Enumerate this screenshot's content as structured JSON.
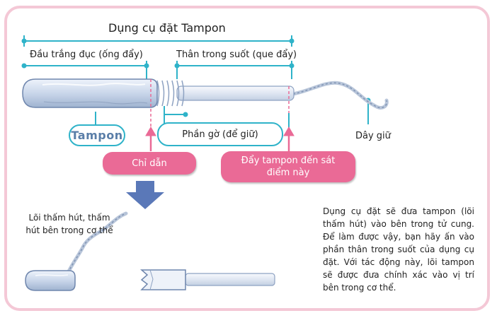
{
  "title": "Dụng cụ đặt Tampon",
  "labels": {
    "opaque_tube": "Đầu trắng đục (ống đẩy)",
    "clear_body": "Thân trong suốt (que đẩy)",
    "tampon": "Tampon",
    "grip": "Phần gờ (để giữ)",
    "string": "Dây giữ",
    "guide": "Chỉ dẫn",
    "push_to": "Đẩy tampon đến sát điểm này",
    "core": "Lõi thấm hút, thấm hút bên trong cơ thể"
  },
  "description": "Dụng cụ đặt sẽ đưa tampon (lõi thấm hút) vào bên trong tử cung. Để làm được vậy, bạn hãy ấn vào phần thân trong suốt của dụng cụ đặt. Với tác động này, lõi tampon sẽ được đưa chính xác vào vị trí bên trong cơ thể.",
  "colors": {
    "accent_cyan": "#2fb3c9",
    "pink": "#ea6a96",
    "border_pink": "#f4c8d6",
    "arrow_blue": "#5a78b8"
  }
}
